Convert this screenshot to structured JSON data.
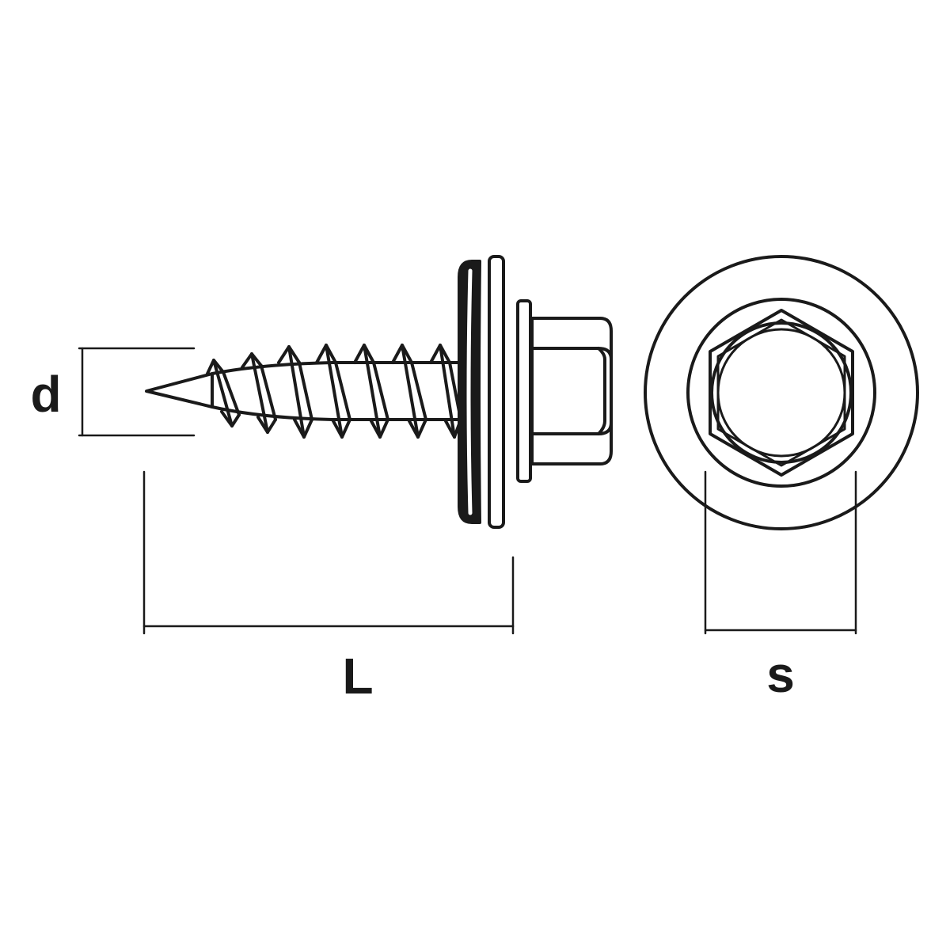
{
  "labels": {
    "diameter": "d",
    "length": "L",
    "width_across_flats": "s"
  },
  "colors": {
    "stroke": "#1a1a1a",
    "background": "#ffffff"
  }
}
